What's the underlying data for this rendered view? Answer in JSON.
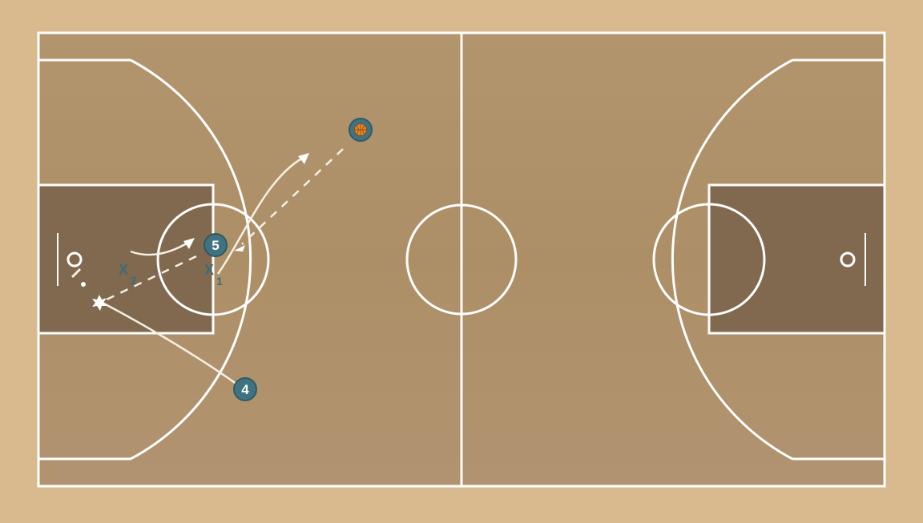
{
  "colors": {
    "floor_outer": "#d9ba8e",
    "floor_court": "#b2946c",
    "paint": "#80694f",
    "lines": "#ffffff",
    "player": "#3f7381",
    "defender": "#3d6b7a",
    "path": "#f5efe4"
  },
  "offense": [
    {
      "id": "4",
      "label": "4"
    },
    {
      "id": "5",
      "label": "5"
    }
  ],
  "ball_holder": {
    "icon": "basketball-icon"
  },
  "defense": [
    {
      "mark": "X",
      "label": "1"
    },
    {
      "mark": "X",
      "label": "2"
    }
  ]
}
